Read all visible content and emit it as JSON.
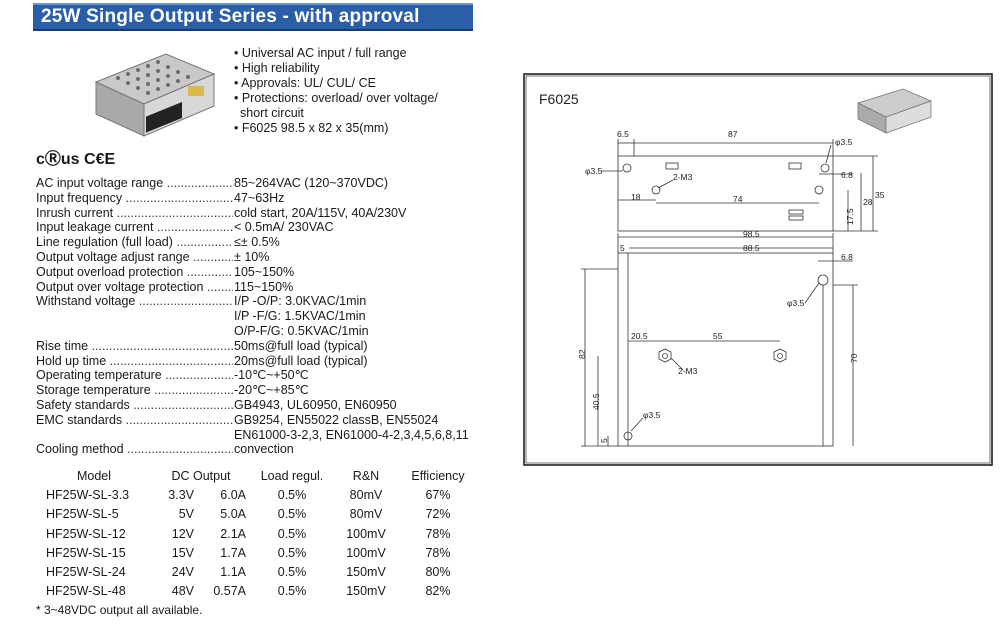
{
  "header": {
    "title": "25W Single Output Series - with approval"
  },
  "features": [
    "• Universal AC input / full range",
    "• High reliability",
    "• Approvals: UL/ CUL/ CE",
    "• Protections: overload/ over voltage/",
    "  short circuit",
    "• F6025  98.5 x 82 x 35(mm)"
  ],
  "certifications": {
    "marks": "cⓇus C€E"
  },
  "specs": [
    {
      "label": "AC input voltage range",
      "value": "85~264VAC (120~370VDC)"
    },
    {
      "label": "Input frequency",
      "value": "47~63Hz"
    },
    {
      "label": "Inrush current",
      "value": "cold start, 20A/115V, 40A/230V"
    },
    {
      "label": "Input leakage current",
      "value": "< 0.5mA/ 230VAC"
    },
    {
      "label": "Line regulation (full load)",
      "value": "≤± 0.5%"
    },
    {
      "label": "Output voltage adjust range",
      "value": "± 10%"
    },
    {
      "label": "Output overload protection",
      "value": "105~150%"
    },
    {
      "label": "Output over voltage protection",
      "value": "115~150%"
    },
    {
      "label": "Withstand voltage",
      "value": "I/P -O/P: 3.0KVAC/1min"
    },
    {
      "label": "",
      "value": "I/P -F/G: 1.5KVAC/1min"
    },
    {
      "label": "",
      "value": "O/P-F/G: 0.5KVAC/1min"
    },
    {
      "label": "Rise time",
      "value": "50ms@full load (typical)"
    },
    {
      "label": "Hold up time",
      "value": "20ms@full load (typical)"
    },
    {
      "label": "Operating temperature",
      "value": "-10℃~+50℃"
    },
    {
      "label": "Storage temperature",
      "value": "-20℃~+85℃"
    },
    {
      "label": "Safety standards",
      "value": "GB4943, UL60950, EN60950"
    },
    {
      "label": "EMC standards",
      "value": "GB9254, EN55022 classB, EN55024"
    },
    {
      "label": "",
      "value": "EN61000-3-2,3, EN61000-4-2,3,4,5,6,8,11"
    },
    {
      "label": "Cooling method",
      "value": "convection"
    }
  ],
  "model_table": {
    "headers": {
      "model": "Model",
      "dc_output": "DC Output",
      "load": "Load regul.",
      "rn": "R&N",
      "eff": "Efficiency"
    },
    "rows": [
      {
        "model": "HF25W-SL-3.3",
        "v": "3.3V",
        "a": "6.0A",
        "load": "0.5%",
        "rn": "80mV",
        "eff": "67%"
      },
      {
        "model": "HF25W-SL-5",
        "v": "5V",
        "a": "5.0A",
        "load": "0.5%",
        "rn": "80mV",
        "eff": "72%"
      },
      {
        "model": "HF25W-SL-12",
        "v": "12V",
        "a": "2.1A",
        "load": "0.5%",
        "rn": "100mV",
        "eff": "78%"
      },
      {
        "model": "HF25W-SL-15",
        "v": "15V",
        "a": "1.7A",
        "load": "0.5%",
        "rn": "100mV",
        "eff": "78%"
      },
      {
        "model": "HF25W-SL-24",
        "v": "24V",
        "a": "1.1A",
        "load": "0.5%",
        "rn": "150mV",
        "eff": "80%"
      },
      {
        "model": "HF25W-SL-48",
        "v": "48V",
        "a": "0.57A",
        "load": "0.5%",
        "rn": "150mV",
        "eff": "82%"
      }
    ]
  },
  "note": "* 3~48VDC output all available.",
  "drawing": {
    "case_name": "F6025",
    "side_dims": {
      "d6_5": "6.5",
      "d87": "87",
      "hole1": "φ3.5",
      "hole2": "φ3.5",
      "m3": "2-M3",
      "d6_8": "6.8",
      "d35": "35",
      "d28": "28",
      "d17_5": "17.5",
      "d18": "18",
      "d74": "74"
    },
    "top_dims": {
      "d98_5": "98.5",
      "d5": "5",
      "d88_5": "88.5",
      "d6_8": "6.8",
      "hole_r": "φ3.5",
      "d82": "82",
      "d20_5": "20.5",
      "d55": "55",
      "m3": "2-M3",
      "d70": "70",
      "d40_5": "40.5",
      "hole_b": "φ3.5",
      "d5b": "5"
    }
  }
}
